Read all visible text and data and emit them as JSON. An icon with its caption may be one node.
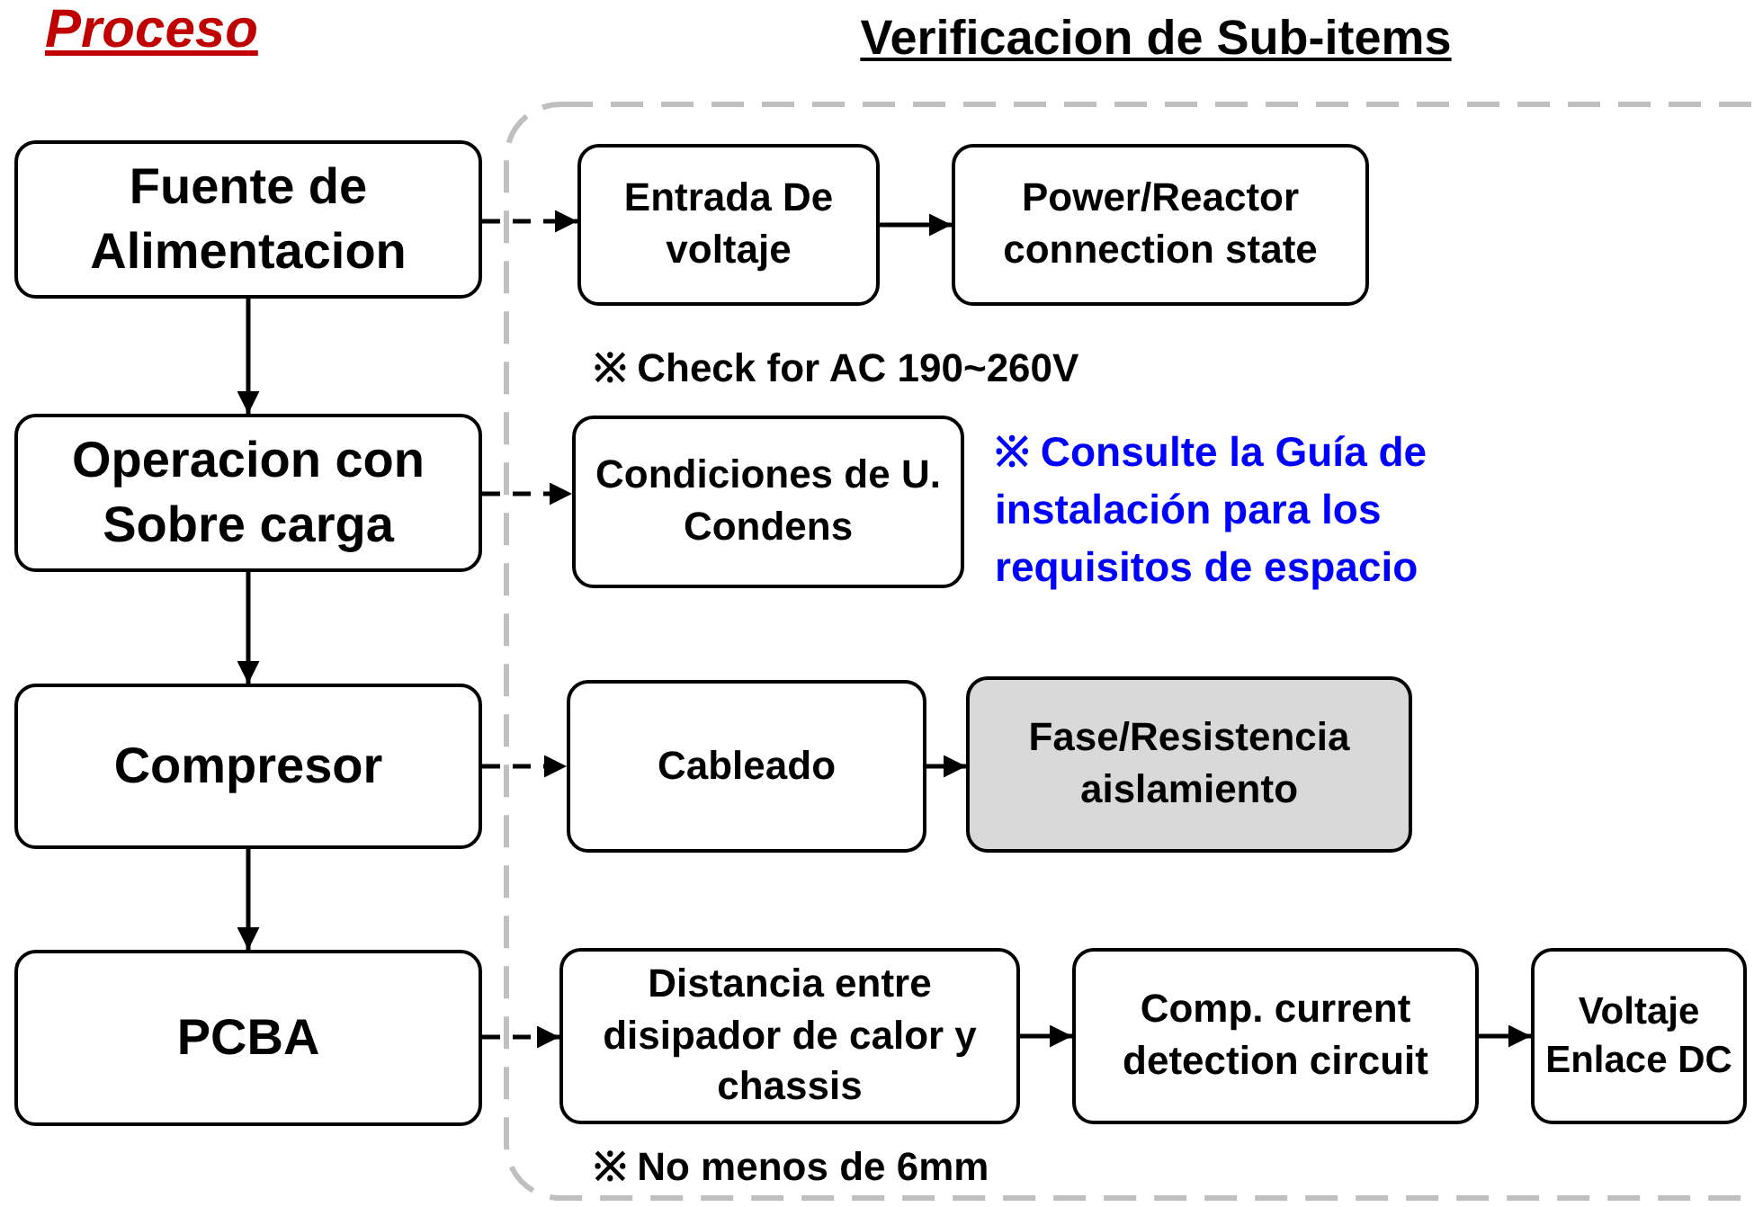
{
  "diagram": {
    "title": "Proceso",
    "nodes": [
      {
        "text": [
          "Verificacion de Sub-items"
        ]
      },
      {
        "text": [
          "Fuente de Alimentacion"
        ]
      },
      {
        "text": [
          "Operacion con Sobre carga"
        ]
      },
      {
        "text": [
          "Compresor"
        ]
      },
      {
        "text": [
          "PCBA"
        ]
      },
      {
        "text": [
          "Entrada De voltaje"
        ],
        "in": 0
      },
      {
        "text": [
          "Power/Reactor connection state"
        ],
        "in": 0
      },
      {
        "text": [
          "Condiciones de U. Condens"
        ],
        "in": 0
      },
      {
        "text": [
          "Cableado"
        ],
        "in": 0
      },
      {
        "text": [
          "Fase/Resistencia aislamiento"
        ],
        "in": 0
      },
      {
        "text": [
          "Distancia entre disipador de calor y chassis"
        ],
        "in": 0
      },
      {
        "text": [
          "Comp. current detection circuit"
        ],
        "in": 0
      },
      {
        "text": [
          "Voltaje Enlace DC"
        ],
        "in": 0
      }
    ],
    "edges": [
      {
        "from": 1,
        "to": 2,
        "arrow": "to"
      },
      {
        "from": 2,
        "to": 3,
        "arrow": "to"
      },
      {
        "from": 3,
        "to": 4,
        "arrow": "to"
      },
      {
        "from": 1,
        "to": 5,
        "arrow": "to",
        "style": "dashed"
      },
      {
        "from": 2,
        "to": 7,
        "arrow": "to",
        "style": "dashed"
      },
      {
        "from": 3,
        "to": 8,
        "arrow": "to",
        "style": "dashed"
      },
      {
        "from": 4,
        "to": 10,
        "arrow": "to",
        "style": "dashed"
      },
      {
        "from": 5,
        "to": 6,
        "arrow": "to"
      },
      {
        "from": 8,
        "to": 9,
        "arrow": "to"
      },
      {
        "from": 10,
        "to": 11,
        "arrow": "to"
      },
      {
        "from": 11,
        "to": 12,
        "arrow": "to"
      }
    ],
    "labels": [
      "※ Check for AC 190~260V",
      "※ Consulte la Guía de instalación para los requisitos de espacio",
      "※ No menos de 6mm"
    ]
  }
}
